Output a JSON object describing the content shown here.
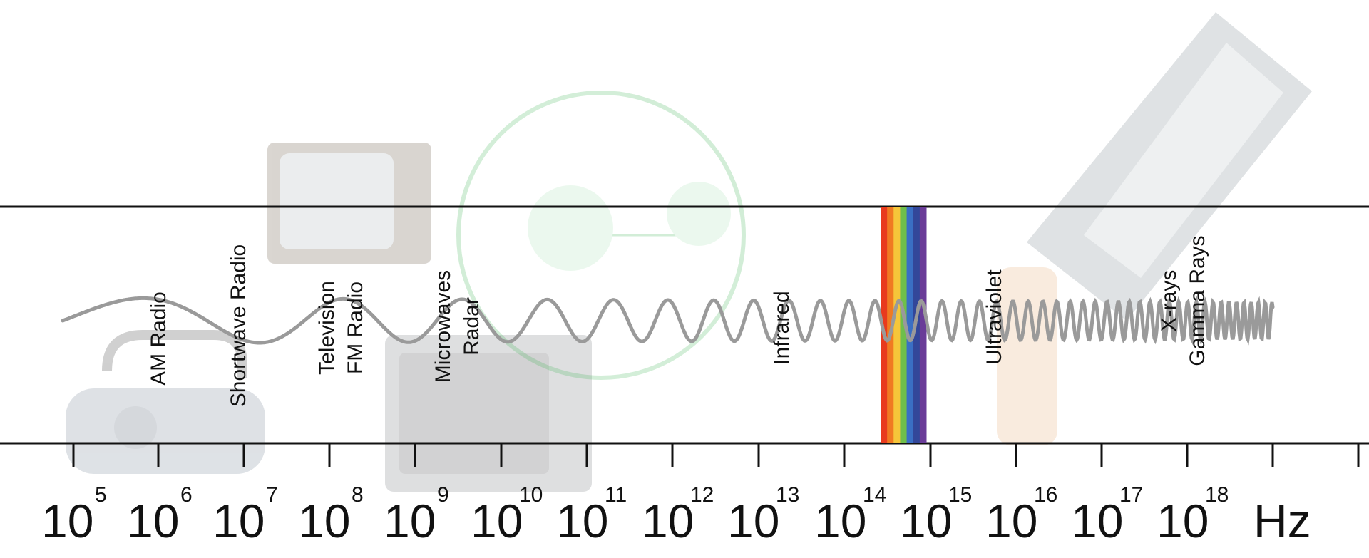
{
  "bands": [
    {
      "id": "am-radio",
      "text": "AM Radio"
    },
    {
      "id": "shortwave-radio",
      "text": "Shortwave Radio"
    },
    {
      "id": "television-fm",
      "text": "Television\nFM Radio"
    },
    {
      "id": "microwaves-radar",
      "text": "Microwaves\nRadar"
    },
    {
      "id": "infrared",
      "text": "Infrared"
    },
    {
      "id": "ultraviolet",
      "text": "Ultraviolet"
    },
    {
      "id": "xrays-gamma",
      "text": "X-rays\nGamma Rays"
    }
  ],
  "scale": {
    "base": "10",
    "exponents": [
      "5",
      "6",
      "7",
      "8",
      "9",
      "10",
      "11",
      "12",
      "13",
      "14",
      "15",
      "16",
      "17",
      "18"
    ],
    "unit": "Hz"
  },
  "colors": {
    "line": "#111111",
    "wave": "#9a9a9a",
    "visible_spectrum": [
      "#e83a1e",
      "#f07a22",
      "#f5c63a",
      "#6fbf4a",
      "#3a6fc4",
      "#33479a",
      "#6a3c98"
    ]
  },
  "illustrations": [
    "boombox-radio-illustration",
    "tv-set-illustration",
    "microwave-oven-illustration",
    "radar-screen-illustration",
    "sunscreen-bottle-illustration",
    "xray-film-illustration"
  ]
}
